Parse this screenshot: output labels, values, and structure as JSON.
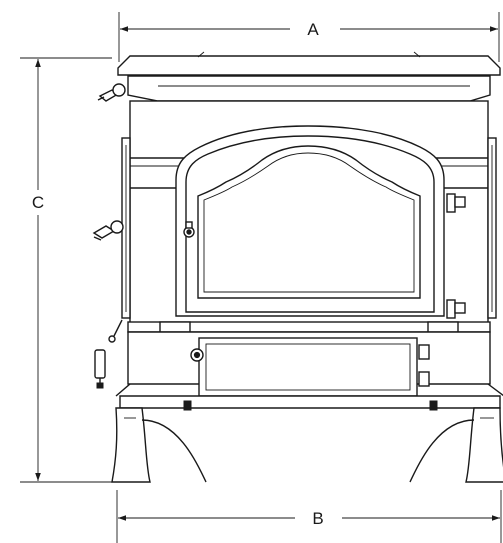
{
  "dimensions": {
    "width_top": {
      "label": "A"
    },
    "width_base": {
      "label": "B"
    },
    "height": {
      "label": "C"
    }
  },
  "colors": {
    "line": "#1a1a1a",
    "background": "#ffffff"
  }
}
